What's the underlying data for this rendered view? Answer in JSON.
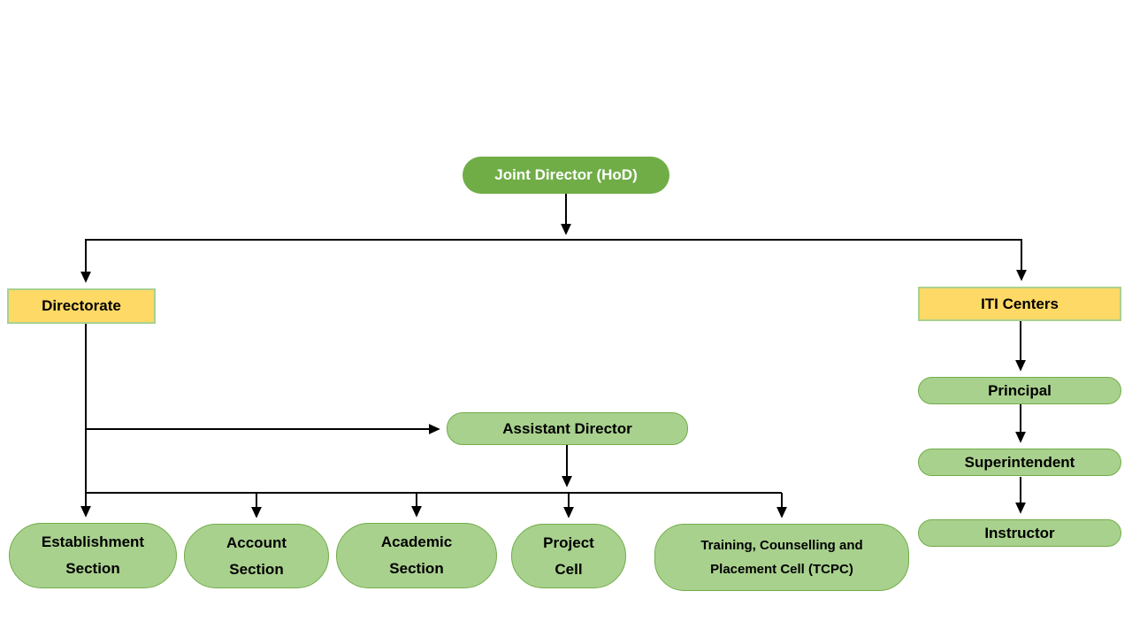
{
  "diagram": {
    "type": "organization-chart",
    "nodes": {
      "joint_director": {
        "label": "Joint Director (HoD)"
      },
      "directorate": {
        "label": "Directorate"
      },
      "iti_centers": {
        "label": "ITI Centers"
      },
      "assistant_director": {
        "label": "Assistant Director"
      },
      "establishment": {
        "label": "Establishment Section"
      },
      "account": {
        "label": "Account Section"
      },
      "academic": {
        "label": "Academic Section"
      },
      "project": {
        "label": "Project Cell"
      },
      "tcpc": {
        "label": "Training, Counselling and Placement Cell (TCPC)"
      },
      "principal": {
        "label": "Principal"
      },
      "superintendent": {
        "label": "Superintendent"
      },
      "instructor": {
        "label": "Instructor"
      }
    },
    "edges": [
      {
        "from": "joint_director",
        "to": "directorate"
      },
      {
        "from": "joint_director",
        "to": "iti_centers"
      },
      {
        "from": "directorate",
        "to": "assistant_director"
      },
      {
        "from": "directorate",
        "to": "establishment"
      },
      {
        "from": "assistant_director",
        "to": "account"
      },
      {
        "from": "assistant_director",
        "to": "academic"
      },
      {
        "from": "assistant_director",
        "to": "project"
      },
      {
        "from": "assistant_director",
        "to": "tcpc"
      },
      {
        "from": "iti_centers",
        "to": "principal"
      },
      {
        "from": "principal",
        "to": "superintendent"
      },
      {
        "from": "superintendent",
        "to": "instructor"
      }
    ]
  },
  "colors": {
    "green_dark": "#70AD47",
    "green_light": "#A9D18E",
    "pill_border": "#70AD47",
    "yellow": "#FFD966",
    "yellow_border": "#A9D18E",
    "line": "#000000",
    "text_dark": "#000000",
    "text_light": "#FFFFFF"
  }
}
